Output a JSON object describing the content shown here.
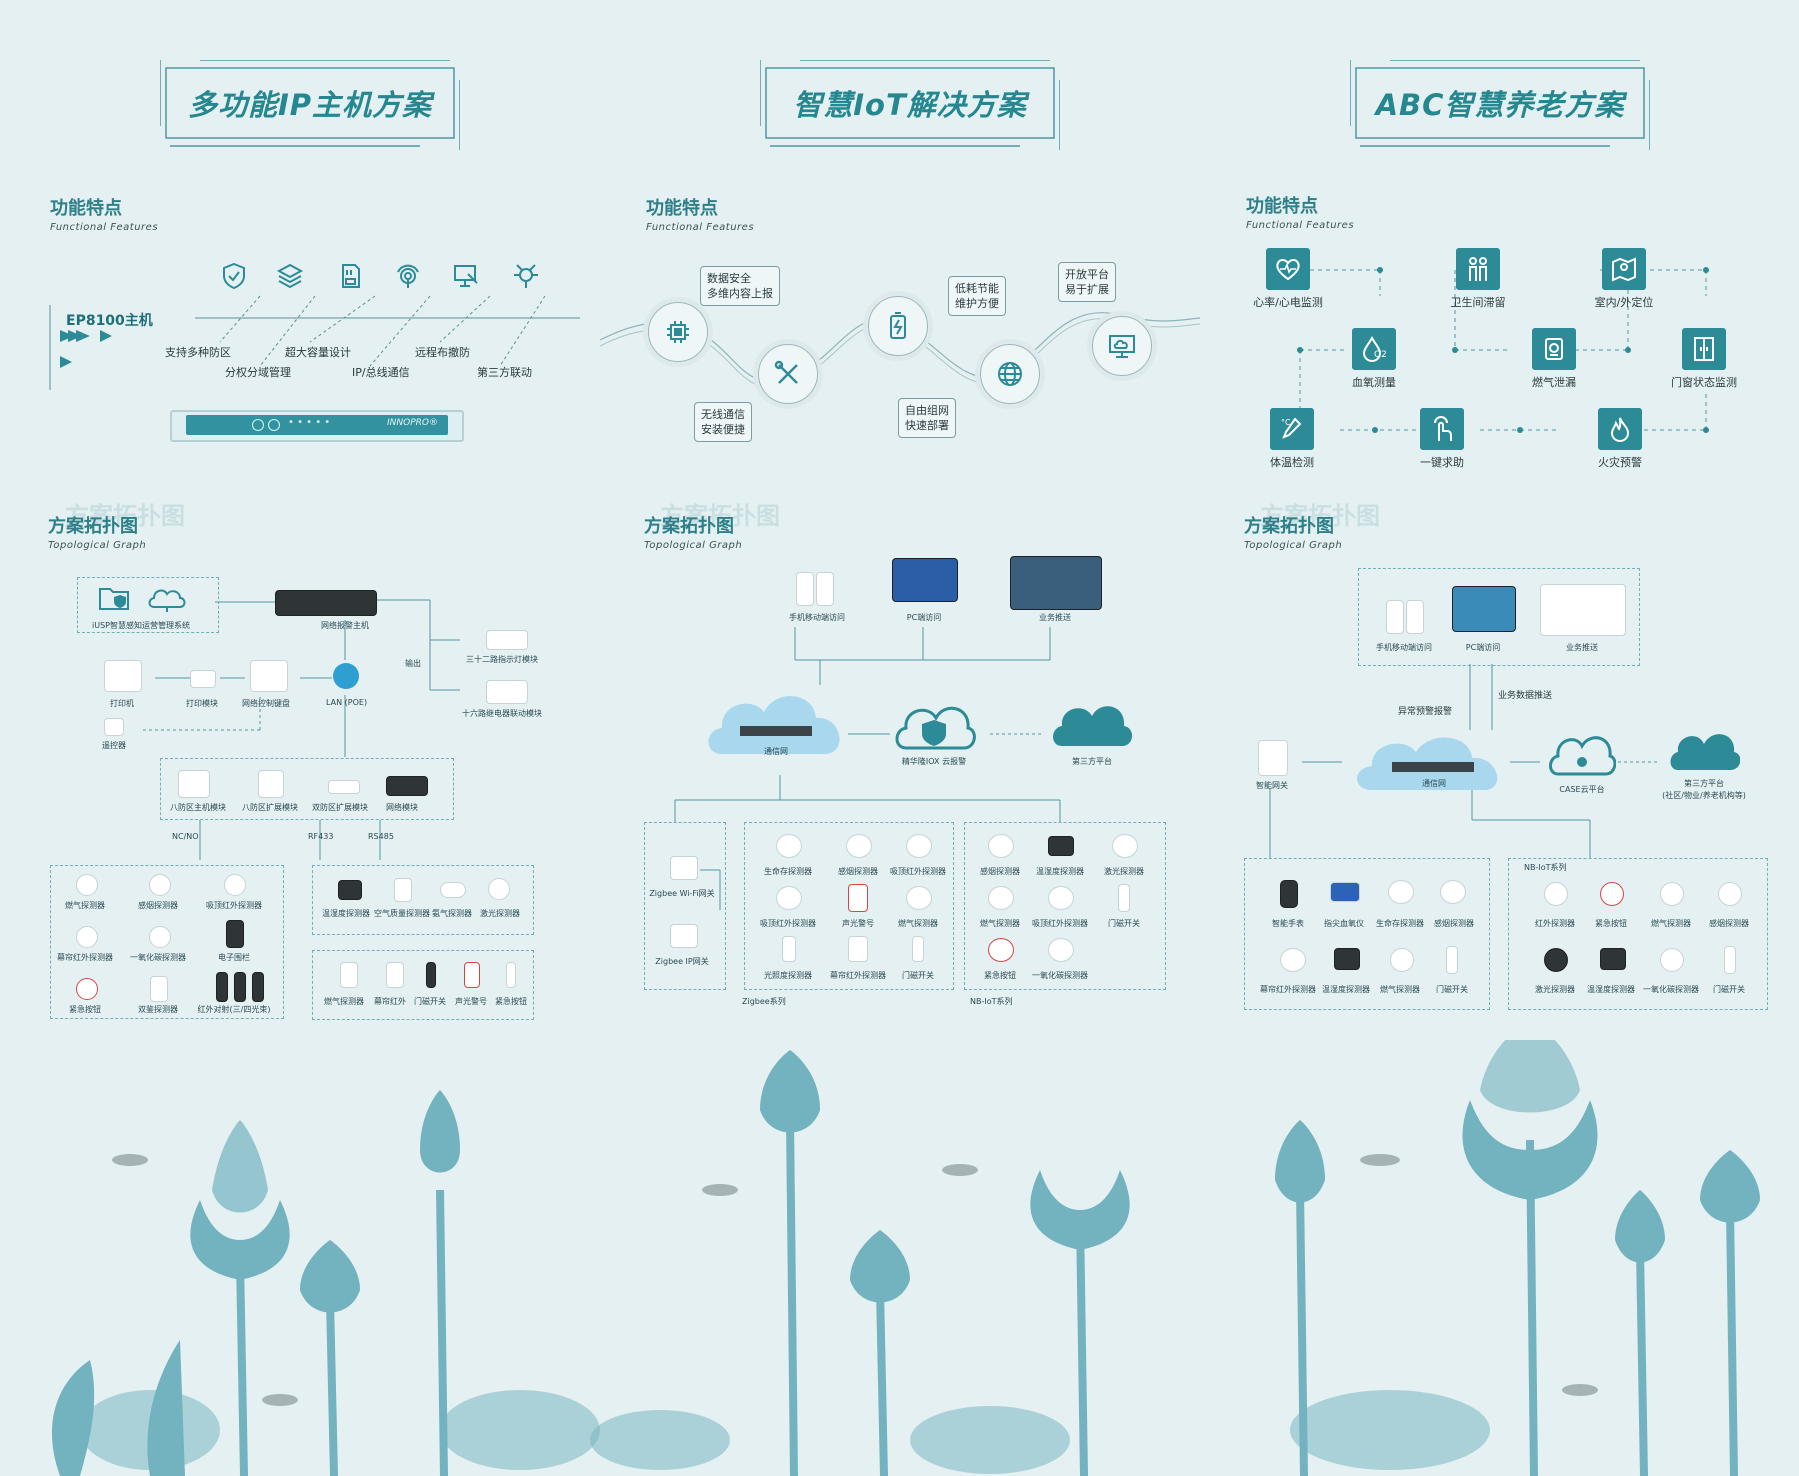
{
  "colors": {
    "background": "#e4f0f1",
    "accent": "#2d8b98",
    "title": "#25878f",
    "line": "#4f97a3"
  },
  "panel1": {
    "banner": "多功能IP主机方案",
    "features_title": "功能特点",
    "features_sub": "Functional Features",
    "host": "EP8100主机",
    "feature_labels": [
      "支持多种防区",
      "分权分域管理",
      "超大容量设计",
      "IP/总线通信",
      "远程布撤防",
      "第三方联动"
    ],
    "topo_title": "方案拓扑图",
    "topo_sub": "Topological Graph",
    "topo_ghost": "方案拓扑图",
    "rack_brand": "INNOPRO®",
    "nodes": {
      "platform": "iUSP智慧感知运营管理系统",
      "host": "网络报警主机",
      "output": "输出",
      "indicator": "三十二路指示灯模块",
      "relay": "十六路继电器联动模块",
      "printer": "打印机",
      "print_module": "打印模块",
      "keypad": "网络控制键盘",
      "lan": "LAN (POE)",
      "remote": "遥控器"
    },
    "modules": [
      "八防区主机模块",
      "八防区扩展模块",
      "双防区扩展模块",
      "网络模块"
    ],
    "links": [
      "NC/NO",
      "RF433",
      "RS485"
    ],
    "wired": [
      "燃气探测器",
      "感烟探测器",
      "吸顶红外探测器",
      "幕帘红外探测器",
      "一氧化碳探测器",
      "电子围栏",
      "紧急按钮",
      "双鉴探测器",
      "红外对射(三/四光束)"
    ],
    "rs485": [
      "温湿度探测器",
      "空气质量探测器",
      "氨气探测器",
      "激光探测器"
    ],
    "rf433": [
      "燃气探测器",
      "幕帘红外",
      "门磁开关",
      "声光警号",
      "紧急按钮"
    ]
  },
  "panel2": {
    "banner": "智慧IoT解决方案",
    "features_title": "功能特点",
    "features_sub": "Functional Features",
    "bubbles": [
      "数据安全\n多维内容上报",
      "低耗节能\n维护方便",
      "开放平台\n易于扩展",
      "无线通信\n安装便捷",
      "自由组网\n快速部署"
    ],
    "topo_title": "方案拓扑图",
    "topo_sub": "Topological Graph",
    "topo_ghost": "方案拓扑图",
    "clients": [
      "手机移动端访问",
      "PC端访问",
      "业务推送"
    ],
    "nodes": {
      "network": "通信网",
      "cloud": "精华隆IOX 云报警",
      "third": "第三方平台",
      "wifi_gw": "Zigbee Wi-Fi网关",
      "ip_gw": "Zigbee IP网关"
    },
    "zigbee": [
      "生命存探测器",
      "感烟探测器",
      "吸顶红外探测器",
      "吸顶红外探测器",
      "声光警号",
      "燃气探测器",
      "光照度探测器",
      "幕帘红外探测器",
      "门磁开关"
    ],
    "nbiot": [
      "感烟探测器",
      "温湿度探测器",
      "激光探测器",
      "燃气探测器",
      "吸顶红外探测器",
      "门磁开关",
      "紧急按钮",
      "一氧化碳探测器"
    ],
    "series": [
      "Zigbee系列",
      "NB-IoT系列"
    ]
  },
  "panel3": {
    "banner": "ABC智慧养老方案",
    "features_title": "功能特点",
    "features_sub": "Functional Features",
    "tiles": [
      "心率/心电监测",
      "卫生间滞留",
      "室内/外定位",
      "血氧测量",
      "燃气泄漏",
      "门窗状态监测",
      "体温检测",
      "一键求助",
      "火灾预警"
    ],
    "topo_title": "方案拓扑图",
    "topo_sub": "Topological Graph",
    "topo_ghost": "方案拓扑图",
    "clients": [
      "手机移动端访问",
      "PC端访问",
      "业务推送"
    ],
    "nodes": {
      "alarm_push": "异常预警报警",
      "biz_push": "业务数据推送",
      "gateway": "智能网关",
      "network": "通信网",
      "case": "CASE云平台",
      "third": "第三方平台",
      "third_sub": "(社区/物业/养老机构等)",
      "nb": "NB-IoT系列"
    },
    "left_devices": [
      "智能手表",
      "指尖血氧仪",
      "生命存探测器",
      "感烟探测器",
      "幕帘红外探测器",
      "温湿度探测器",
      "燃气探测器",
      "门磁开关"
    ],
    "right_devices": [
      "红外探测器",
      "紧急按钮",
      "燃气探测器",
      "感烟探测器",
      "激光探测器",
      "温湿度探测器",
      "一氧化碳探测器",
      "门磁开关"
    ]
  }
}
